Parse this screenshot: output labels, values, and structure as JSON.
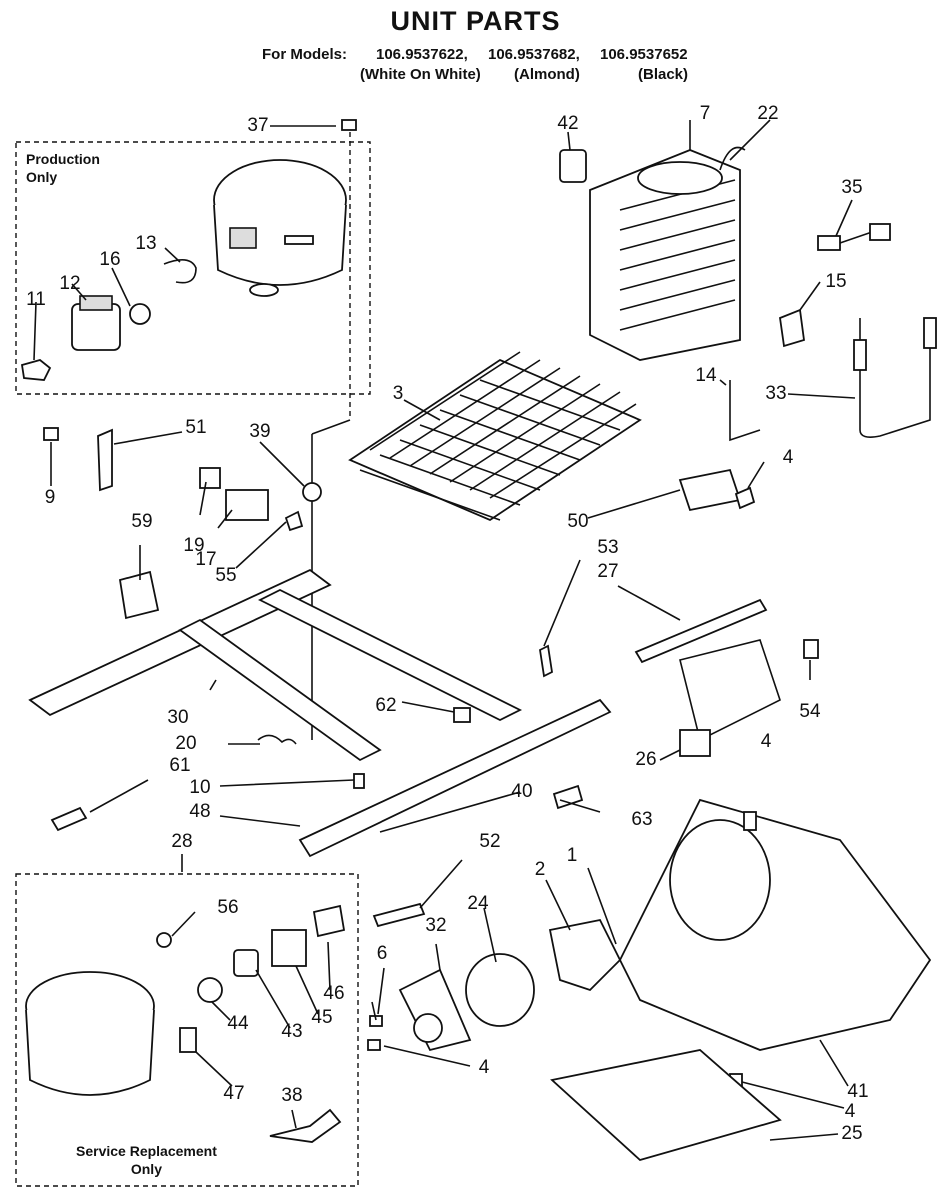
{
  "title": "UNIT PARTS",
  "models": {
    "label": "For Models:",
    "model_1": "106.9537622,",
    "model_2": "106.9537682,",
    "model_3": "106.9537652",
    "color_1": "(White On White)",
    "color_2": "(Almond)",
    "color_3": "(Black)"
  },
  "boxes": {
    "production": "Production\nOnly",
    "service": "Service Replacement\nOnly"
  },
  "callouts": [
    "37",
    "42",
    "7",
    "22",
    "35",
    "15",
    "13",
    "16",
    "12",
    "11",
    "14",
    "33",
    "3",
    "51",
    "39",
    "9",
    "4",
    "59",
    "19",
    "17",
    "55",
    "50",
    "53",
    "27",
    "54",
    "62",
    "30",
    "20",
    "61",
    "10",
    "26",
    "4",
    "40",
    "48",
    "63",
    "28",
    "52",
    "56",
    "2",
    "1",
    "32",
    "24",
    "6",
    "46",
    "45",
    "43",
    "44",
    "47",
    "4",
    "41",
    "4",
    "38",
    "25"
  ]
}
